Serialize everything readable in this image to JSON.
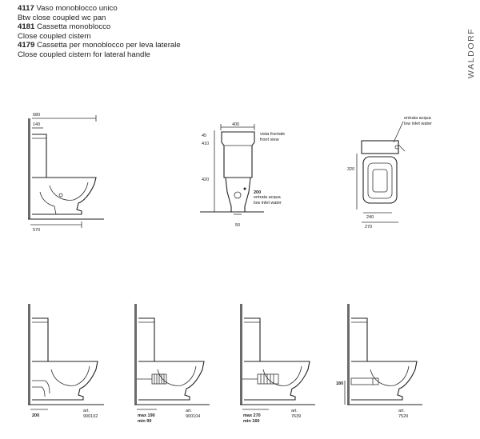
{
  "header": {
    "lines": [
      {
        "code": "4117",
        "text": "Vaso monoblocco unico"
      },
      {
        "code": "",
        "text": "Btw close coupled wc pan"
      },
      {
        "code": "4181",
        "text": "Cassetta monoblocco"
      },
      {
        "code": "",
        "text": "Close coupled cistern"
      },
      {
        "code": "4179",
        "text": "Cassetta per monoblocco per leva laterale"
      },
      {
        "code": "",
        "text": "Close coupled cistern for lateral handle"
      }
    ]
  },
  "brand": "WALDORF",
  "side_view": {
    "d680": "680",
    "d140": "140",
    "d570": "570"
  },
  "front_view": {
    "d400": "400",
    "d45": "45",
    "d410": "410",
    "d420": "420",
    "d200": "200",
    "d50": "50",
    "label_front_1": "vista frontale",
    "label_front_2": "front view",
    "label_inlet_1": "entrata acqua",
    "label_inlet_2": "low inlet water"
  },
  "top_view": {
    "d320": "320",
    "d240": "240",
    "d270": "270",
    "label_inlet_1": "entrata acqua",
    "label_inlet_2": "low inlet water"
  },
  "variants": [
    {
      "dim1": "200",
      "art_label": "art.",
      "art_no": "900102"
    },
    {
      "dim1": "max 190",
      "dim2": "min  90",
      "art_label": "art.",
      "art_no": "900104"
    },
    {
      "dim1": "max 270",
      "dim2": "min  160",
      "art_label": "art.",
      "art_no": "7639"
    },
    {
      "dim1": "180",
      "art_label": "art.",
      "art_no": "7529"
    }
  ]
}
